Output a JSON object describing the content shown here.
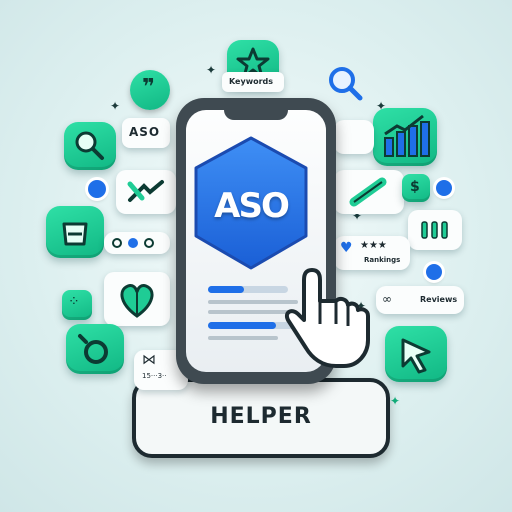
{
  "phone": {
    "logo_text": "ASO",
    "button_label": "HELPER"
  },
  "badges": {
    "keywords": "Keywords",
    "aso_bubble": "ASO",
    "rankings": "Rankings",
    "reviews": "Reviews",
    "small_stat": "15···3··"
  },
  "colors": {
    "green": "#1fcc95",
    "blue": "#1f6fe8",
    "dark": "#1d2a30"
  }
}
